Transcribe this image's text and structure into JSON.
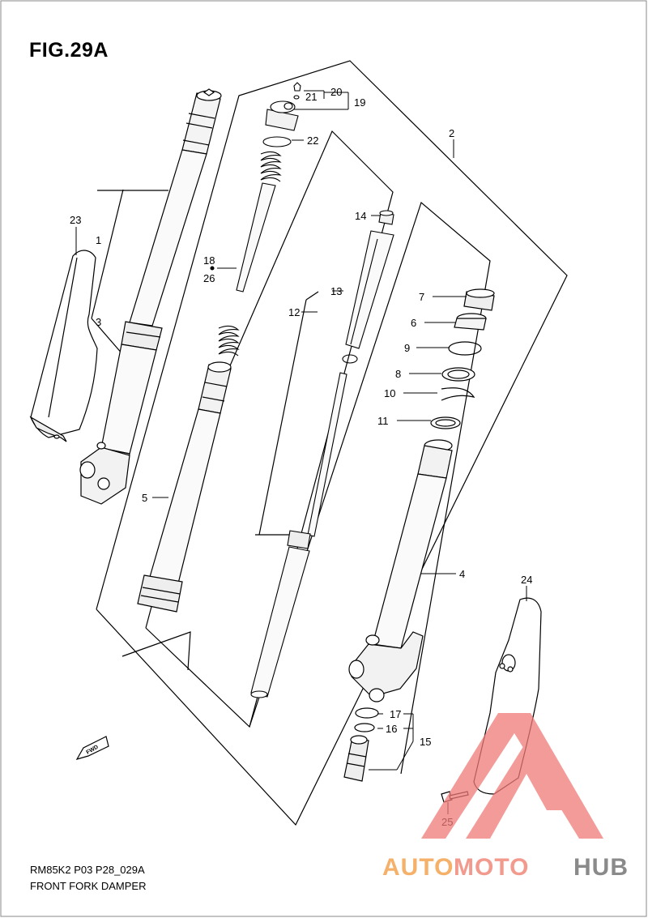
{
  "figure": {
    "title": "FIG.29A"
  },
  "footer": {
    "code": "RM85K2 P03 P28_029A",
    "caption": "FRONT FORK DAMPER"
  },
  "callouts": [
    "1",
    "2",
    "3",
    "4",
    "5",
    "6",
    "7",
    "8",
    "9",
    "10",
    "11",
    "12",
    "13",
    "14",
    "15",
    "16",
    "17",
    "18",
    "19",
    "20",
    "21",
    "22",
    "23",
    "24",
    "25",
    "26"
  ],
  "fwd_label": "FWD",
  "watermark": {
    "part1": "AUTO",
    "part2": "MOTO",
    "part3": "HUB",
    "color1": "#f5b06a",
    "color2": "#f29a8e",
    "color3": "#8a8a8a",
    "logo_color": "#f07a78"
  }
}
